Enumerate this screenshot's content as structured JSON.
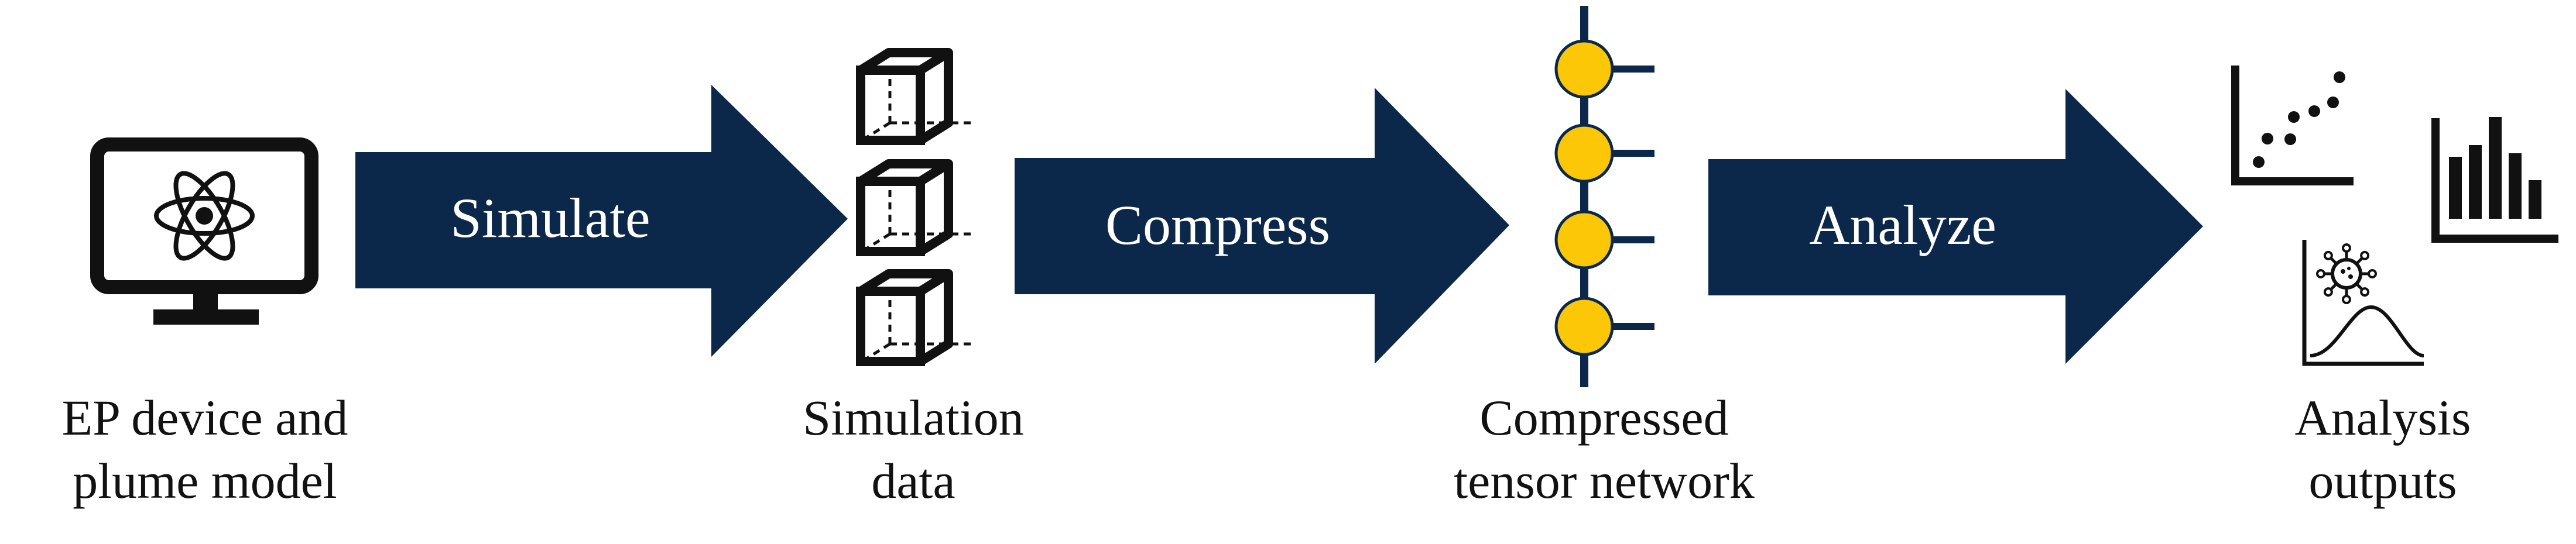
{
  "arrows": [
    {
      "label": "Simulate"
    },
    {
      "label": "Compress"
    },
    {
      "label": "Analyze"
    }
  ],
  "captions": {
    "device": {
      "line1": "EP device and",
      "line2": "plume model"
    },
    "simulation": {
      "line1": "Simulation",
      "line2": "data"
    },
    "tensor": {
      "line1": "Compressed",
      "line2": "tensor network"
    },
    "analysis": {
      "line1": "Analysis",
      "line2": "outputs"
    }
  },
  "icons": [
    "monitor-atom-icon",
    "stacked-cubes-icon",
    "tensor-network-icon",
    "scatter-plot-icon",
    "bar-chart-icon",
    "distribution-plot-icon"
  ],
  "colors": {
    "arrow_fill": "#0b274a",
    "node_fill": "#fcc707",
    "node_stroke": "#0b274a",
    "icon_stroke": "#111111",
    "text": "#111111"
  }
}
